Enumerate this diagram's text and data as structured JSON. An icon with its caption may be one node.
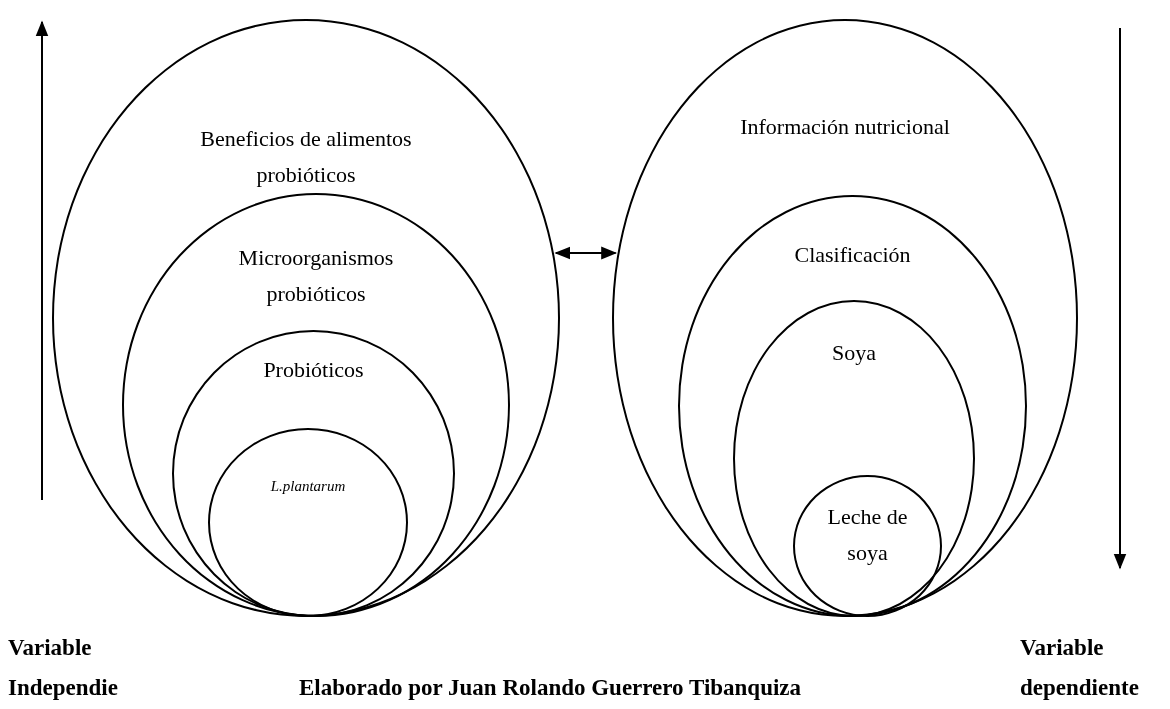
{
  "diagram": {
    "caption": "Elaborado por Juan Rolando Guerrero Tibanquiza",
    "nodes": [
      {
        "text": [
          "Beneficios de alimentos probióticos"
        ]
      },
      {
        "text": [
          "Microorganismos probióticos"
        ],
        "in": 0
      },
      {
        "text": [
          "Probióticos"
        ],
        "in": 1
      },
      {
        "text": [
          "L.plantarum"
        ],
        "in": 2
      },
      {
        "text": [
          "Información nutricional"
        ]
      },
      {
        "text": [
          "Clasificación"
        ],
        "in": 4
      },
      {
        "text": [
          "Soya"
        ],
        "in": 5
      },
      {
        "text": [
          "Leche de soya"
        ],
        "in": 6
      }
    ],
    "edges": [
      {
        "from": 0,
        "to": 4,
        "arrow": "both"
      }
    ],
    "labels": [
      "Variable Independie",
      "Variable dependiente"
    ]
  }
}
